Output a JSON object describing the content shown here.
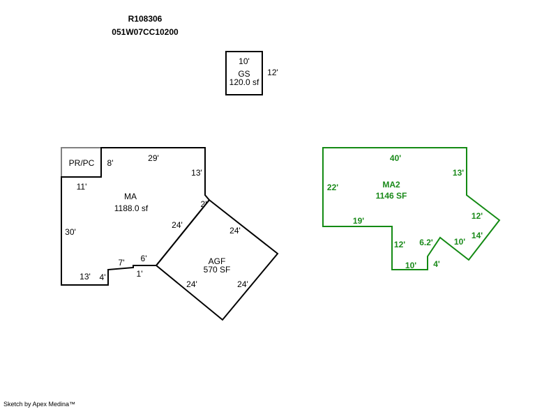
{
  "header": {
    "parcel_id": "R108306",
    "map_number": "051W07CC10200"
  },
  "colors": {
    "main": "#000000",
    "ma2": "#138a13",
    "porch": "#808080"
  },
  "gs": {
    "name": "GS",
    "area": "120.0 sf",
    "width": "10'",
    "depth": "12'"
  },
  "prpc": {
    "name": "PR/PC",
    "side": "8'",
    "bottom": "11'"
  },
  "ma": {
    "name": "MA",
    "area": "1188.0 sf",
    "dims": [
      "29'",
      "13'",
      "2'",
      "24'",
      "30'",
      "13'",
      "4'",
      "7'",
      "6'",
      "1'"
    ]
  },
  "agf": {
    "name": "AGF",
    "area": "570 SF",
    "dims": [
      "24'",
      "24'",
      "24'"
    ]
  },
  "ma2": {
    "name": "MA2",
    "area": "1146 SF",
    "dims": [
      "40'",
      "13'",
      "22'",
      "19'",
      "12'",
      "12'",
      "14'",
      "10'",
      "6.2'",
      "10'",
      "4'"
    ]
  },
  "footer": "Sketch by Apex Medina™"
}
